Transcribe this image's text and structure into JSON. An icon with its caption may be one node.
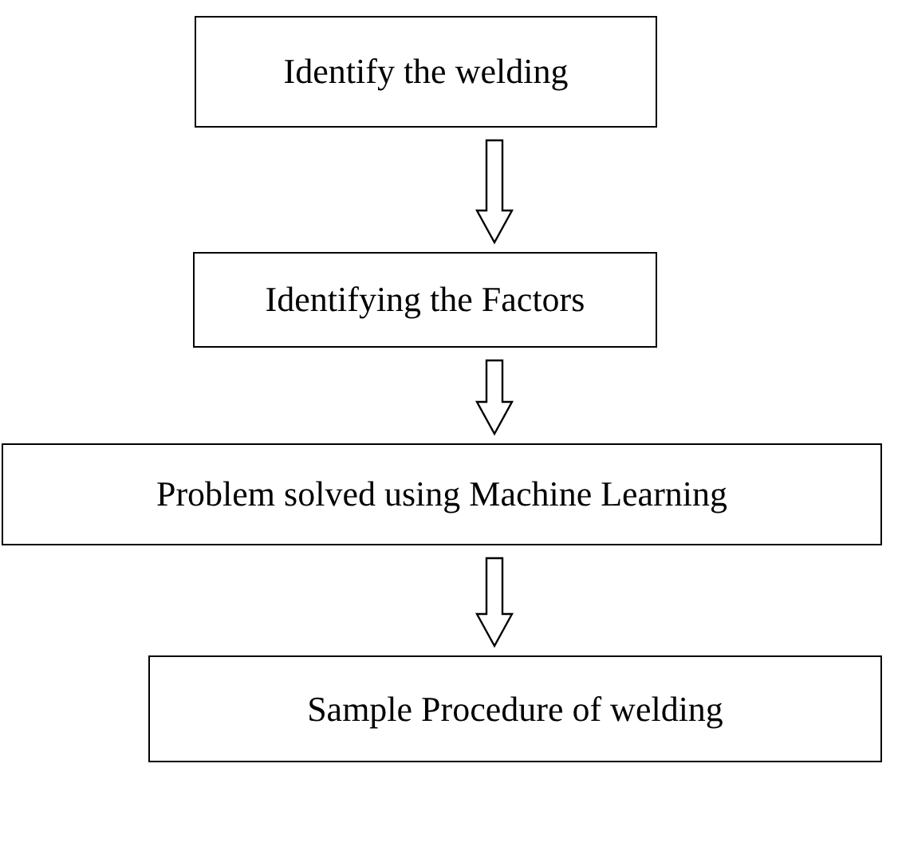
{
  "diagram": {
    "nodes": [
      {
        "text": [
          "Identify the welding"
        ]
      },
      {
        "text": [
          "Identifying the Factors"
        ]
      },
      {
        "text": [
          "Problem solved using Machine Learning"
        ]
      },
      {
        "text": [
          "Sample Procedure of welding"
        ]
      }
    ],
    "edges": [
      {
        "from": 0,
        "to": 1,
        "arrow": "to"
      },
      {
        "from": 1,
        "to": 2,
        "arrow": "to"
      },
      {
        "from": 2,
        "to": 3,
        "arrow": "to"
      }
    ]
  }
}
